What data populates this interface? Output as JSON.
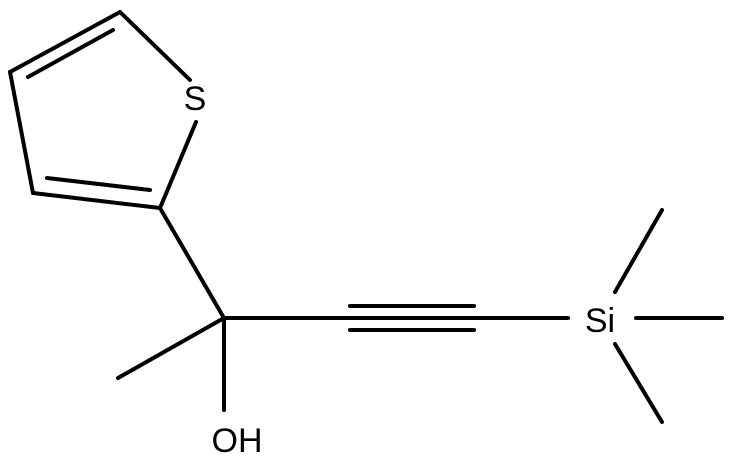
{
  "structure": {
    "atom_labels": {
      "sulfur": "S",
      "silicon": "Si",
      "hydroxyl": "OH"
    },
    "bond_color": "#000000",
    "background": "#ffffff"
  }
}
